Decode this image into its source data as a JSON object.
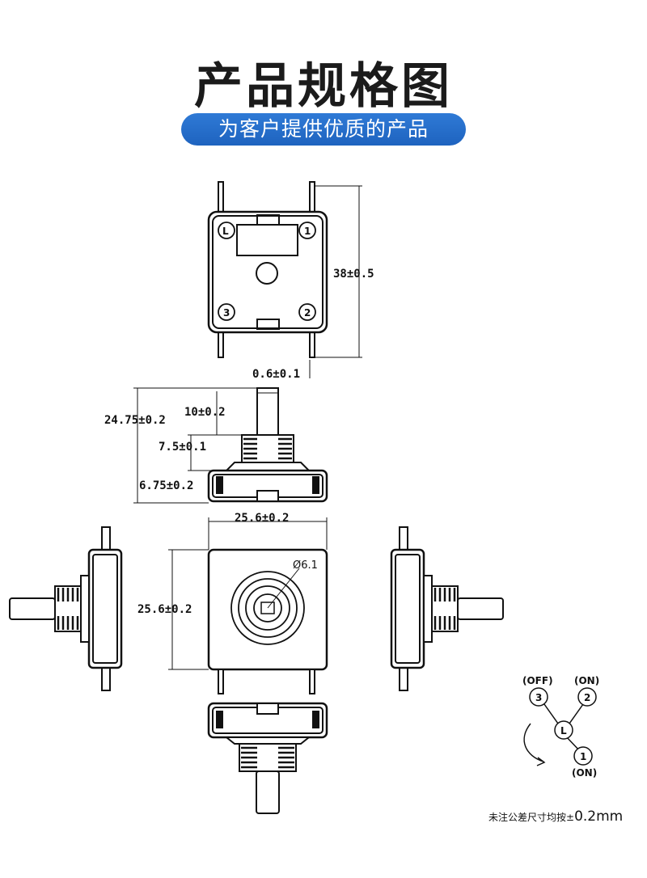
{
  "header": {
    "title": "产品规格图",
    "subtitle": "为客户提供优质的产品"
  },
  "dimensions": {
    "height": "38±0.5",
    "pin_thickness": "0.6±0.1",
    "total_height": "24.75±0.2",
    "shaft_length": "10±0.2",
    "thread_length": "7.5±0.1",
    "base_height": "6.75±0.2",
    "width": "25.6±0.2",
    "depth": "25.6±0.2",
    "shaft_diameter": "Ø6.1"
  },
  "terminals": {
    "top_left": "L",
    "top_right": "1",
    "bottom_left": "3",
    "bottom_right": "2"
  },
  "switch_diagram": {
    "center": "L",
    "pos3": "3",
    "pos3_state": "(OFF)",
    "pos2": "2",
    "pos2_state": "(ON)",
    "pos1": "1",
    "pos1_state": "(ON)"
  },
  "footer": {
    "tolerance_note": "未注公差尺寸均按±",
    "tolerance_value": "0.2mm"
  }
}
